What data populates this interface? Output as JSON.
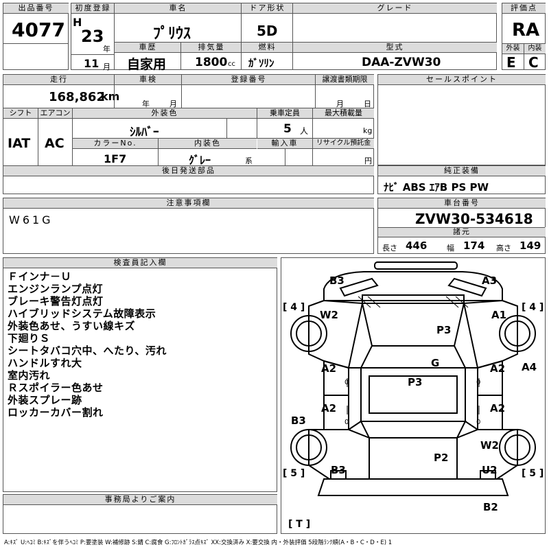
{
  "header": {
    "lot_no_label": "出品番号",
    "lot_no": "4077",
    "first_reg_label": "初度登録",
    "era": "H",
    "year": "23",
    "year_unit": "年",
    "month": "11",
    "month_unit": "月",
    "car_name_label": "車名",
    "car_name": "ﾌﾟﾘｳｽ",
    "doors_label": "ドア形状",
    "doors": "5D",
    "grade_label": "グレード",
    "grade": "",
    "score_label": "評価点",
    "score": "RA",
    "history_label": "車歴",
    "history": "自家用",
    "displacement_label": "排気量",
    "displacement": "1800",
    "displacement_unit": "cc",
    "fuel_label": "燃料",
    "fuel": "ｶﾞｿﾘﾝ",
    "model_label": "型式",
    "model": "DAA-ZVW30",
    "exterior_label": "外装",
    "exterior": "E",
    "interior_label": "内装",
    "interior": "C"
  },
  "row2": {
    "mileage_label": "走行",
    "mileage": "168,862",
    "mileage_unit": "km",
    "inspection_label": "車検",
    "inspection_year": "年",
    "inspection_month": "月",
    "reg_no_label": "登録番号",
    "transfer_deadline_label": "譲渡書類期限",
    "transfer_month": "月",
    "transfer_day": "日",
    "sales_point_label": "セールスポイント",
    "shift_label": "シフト",
    "shift": "IAT",
    "ac_label": "エアコン",
    "ac": "AC",
    "color_label": "外装色",
    "color": "ｼﾙﾊﾞｰ",
    "capacity_label": "乗車定員",
    "capacity": "5",
    "capacity_unit": "人",
    "max_load_label": "最大積載量",
    "max_load_unit": "kg",
    "color_no_label": "カラーNo.",
    "color_no": "1F7",
    "interior_color_label": "内装色",
    "interior_color": "ｸﾞﾚｰ",
    "interior_color_unit": "系",
    "import_label": "輸入車",
    "recycle_label": "リサイクル預託金",
    "recycle_unit": "円",
    "later_parts_label": "後日発送部品",
    "equipment_label": "純正装備",
    "equipment": "ﾅﾋﾞ ABS ｴｱB PS PW"
  },
  "notice": {
    "label": "注意事項欄",
    "text": "W61G"
  },
  "chassis": {
    "label": "車台番号",
    "number": "ZVW30-534618",
    "spec_label": "諸元",
    "length_label": "長さ",
    "length": "446",
    "width_label": "幅",
    "width": "174",
    "height_label": "高さ",
    "height": "149"
  },
  "inspector": {
    "label": "検査員記入欄",
    "notes": [
      "Ｆインナ－Ｕ",
      "エンジンランプ点灯",
      "ブレーキ警告灯点灯",
      "ハイブリッドシステム故障表示",
      "外装色あせ、うすい線キズ",
      "下廻りＳ",
      "シートタバコ穴中、へたり、汚れ",
      "ハンドルすれ大",
      "室内汚れ",
      "Ｒスポイラー色あせ",
      "外装スプレー跡",
      "ロッカーカバー割れ"
    ]
  },
  "office": {
    "label": "事務局よりご案内"
  },
  "diagram": {
    "marks": {
      "front_left_bumper": "B3",
      "front_right_bumper": "A3",
      "left_tire": "4",
      "right_tire": "4",
      "left_front_fender": "W2",
      "right_front_fender": "A1",
      "hood": "P3",
      "windshield": "G",
      "right_front_door_edge": "A4",
      "left_front_door": "A2",
      "right_front_door": "A2",
      "roof": "P3",
      "left_rear_door": "A2",
      "right_rear_door": "A2",
      "left_rocker": "B3",
      "right_rear_fender": "W2",
      "trunk": "P2",
      "left_rear_corner": "B3",
      "right_rear_corner": "U2",
      "rear_left_tire": "5",
      "rear_right_tire": "5",
      "rear_bumper": "B2",
      "spare_tire": "T"
    },
    "door_marks": [
      "0",
      "0",
      "0",
      "0"
    ]
  },
  "legend": "A:ｷｽﾞ U:ﾍｺﾐ B:ｷｽﾞを伴うﾍｺﾐ P:要塗装 W:補修跡 S:錆 C:腐食 G:ﾌﾛﾝﾄｶﾞﾗｽ点ｷｽﾞ XX:交換済み X:要交換 内・外装評価 5段階ﾗﾝｸ順(A・B・C・D・E) 1"
}
